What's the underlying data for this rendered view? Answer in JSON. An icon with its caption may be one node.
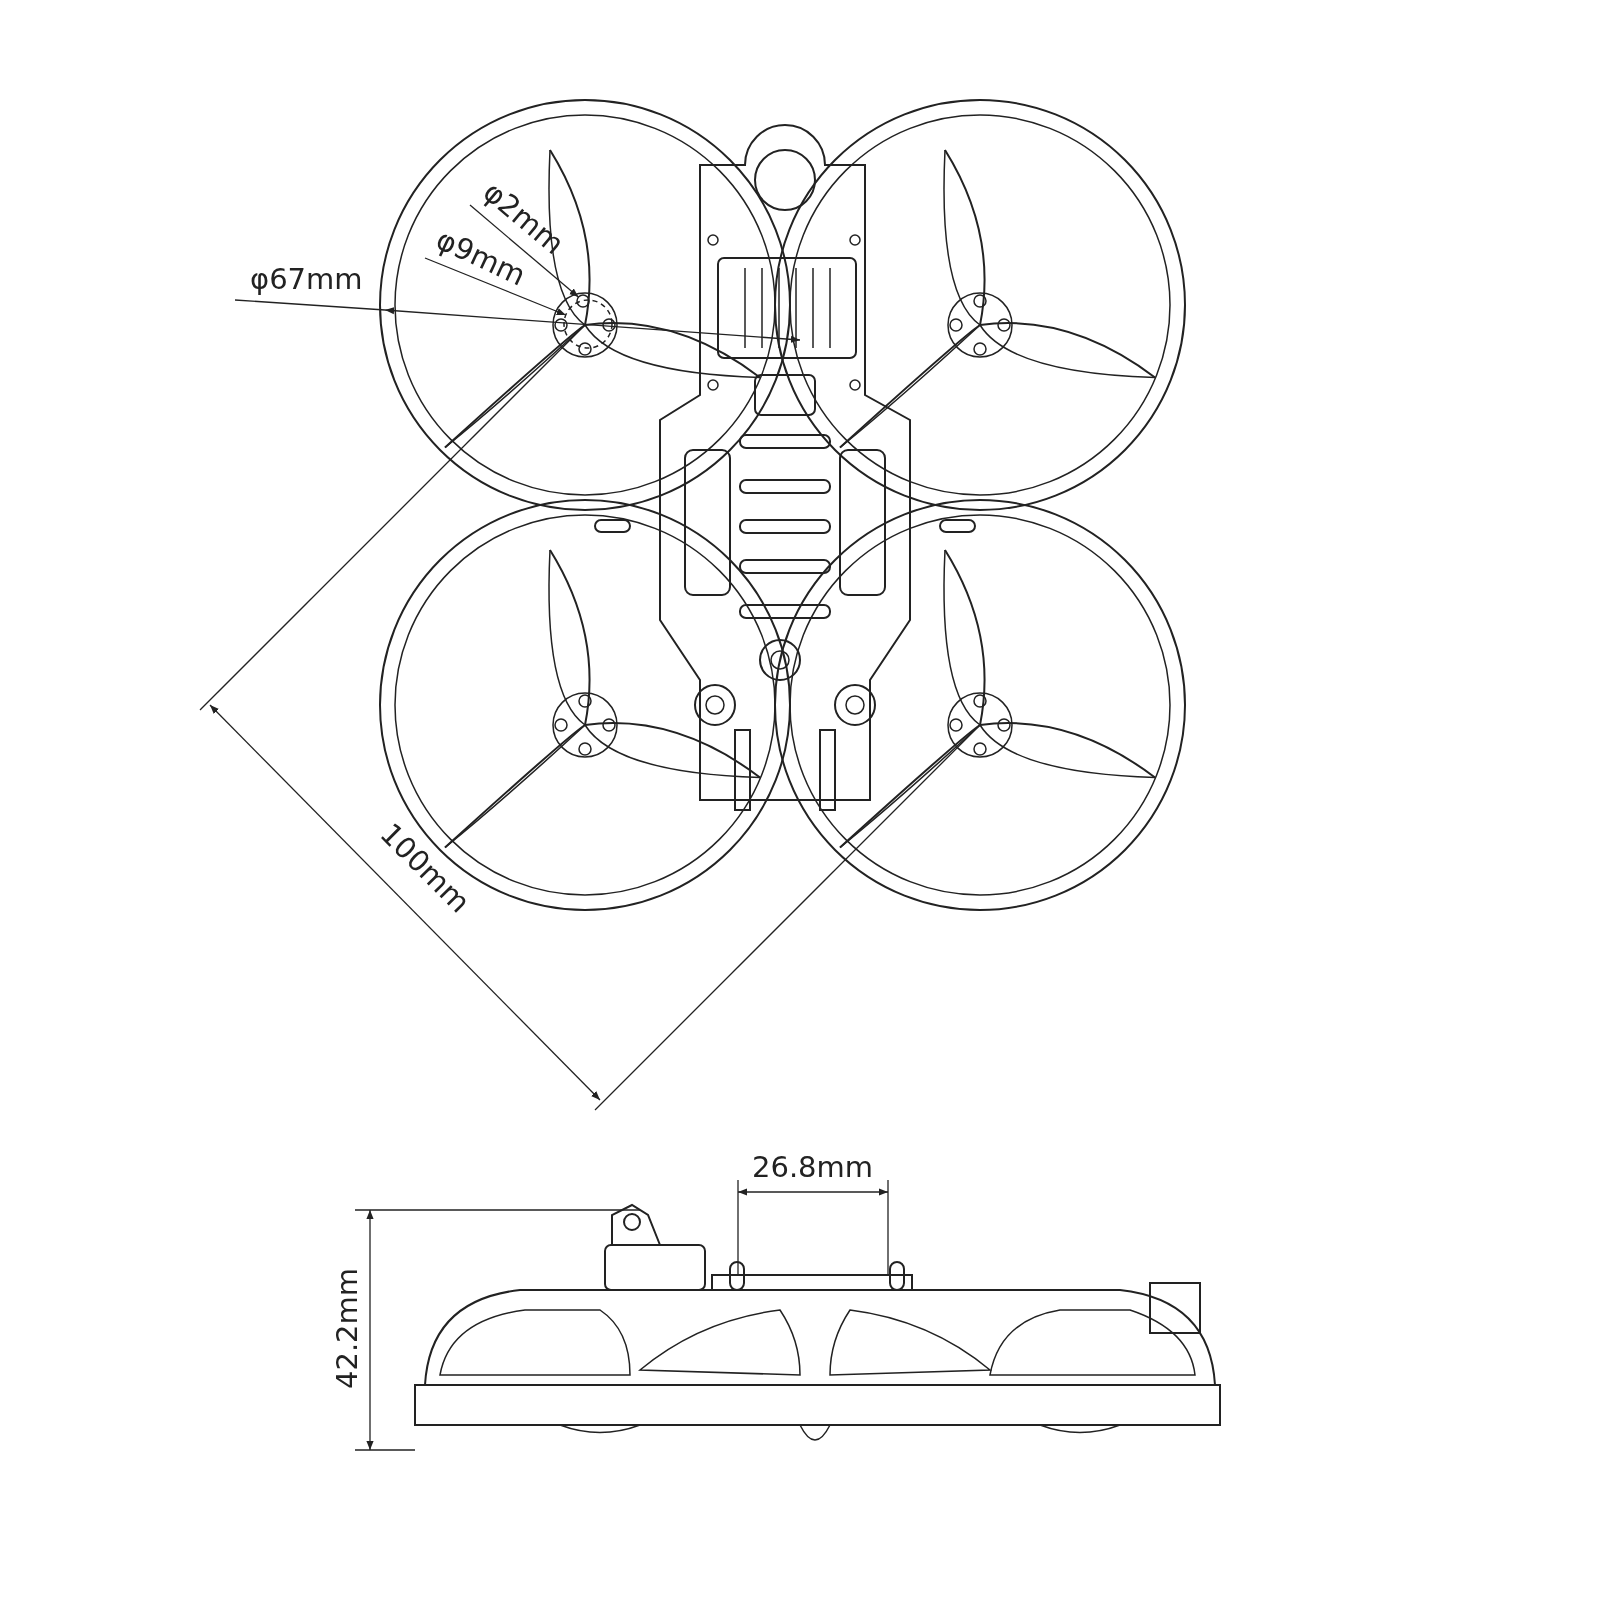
{
  "diagram": {
    "nodes": [
      {
        "text": [
          "φ2mm"
        ]
      },
      {
        "text": [
          "φ9mm"
        ]
      },
      {
        "text": [],
        "shape": "circle"
      },
      {
        "text": [],
        "shape": "circle"
      }
    ],
    "edges": [
      {
        "from": 0,
        "to": 2,
        "arrow": "to"
      },
      {
        "from": 1,
        "to": 3,
        "arrow": "to"
      }
    ],
    "labels": [
      "φ67mm",
      "100mm",
      "26.8mm",
      "42.2mm"
    ]
  }
}
